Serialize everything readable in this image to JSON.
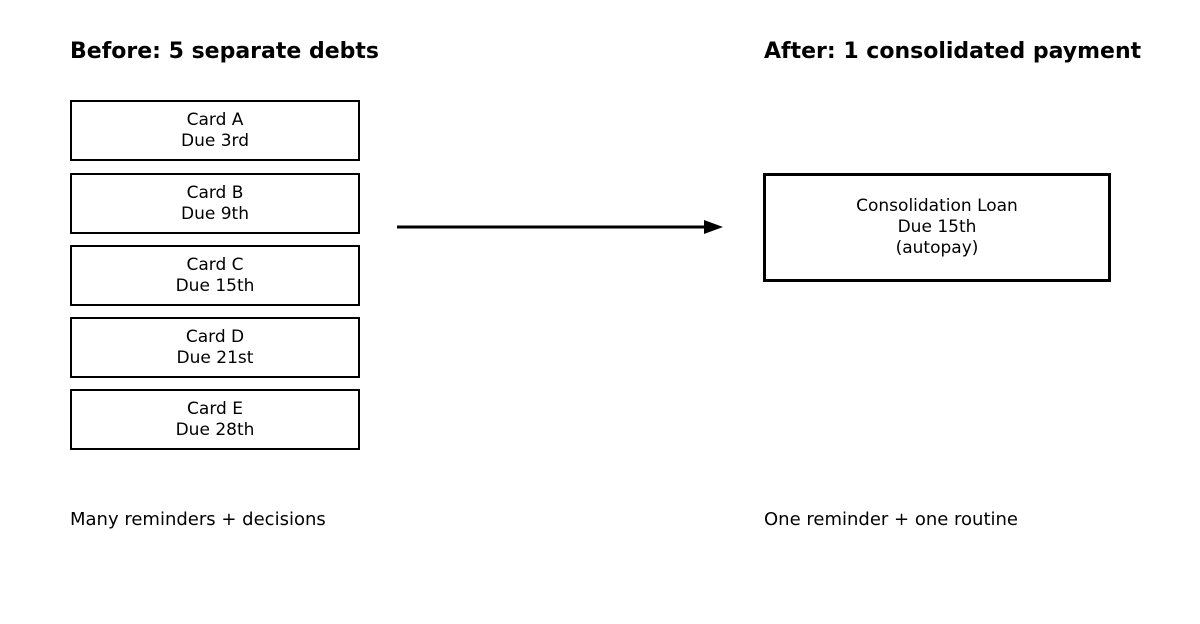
{
  "before": {
    "title": "Before: 5 separate debts",
    "cards": [
      {
        "name": "Card A",
        "due": "Due 3rd"
      },
      {
        "name": "Card B",
        "due": "Due 9th"
      },
      {
        "name": "Card C",
        "due": "Due 15th"
      },
      {
        "name": "Card D",
        "due": "Due 21st"
      },
      {
        "name": "Card E",
        "due": "Due 28th"
      }
    ],
    "caption": "Many reminders + decisions"
  },
  "after": {
    "title": "After: 1 consolidated payment",
    "loan": {
      "name": "Consolidation Loan",
      "due": "Due 15th",
      "note": "(autopay)"
    },
    "caption": "One reminder + one routine"
  },
  "colors": {
    "background": "#ffffff",
    "line": "#000000",
    "text": "#000000"
  }
}
